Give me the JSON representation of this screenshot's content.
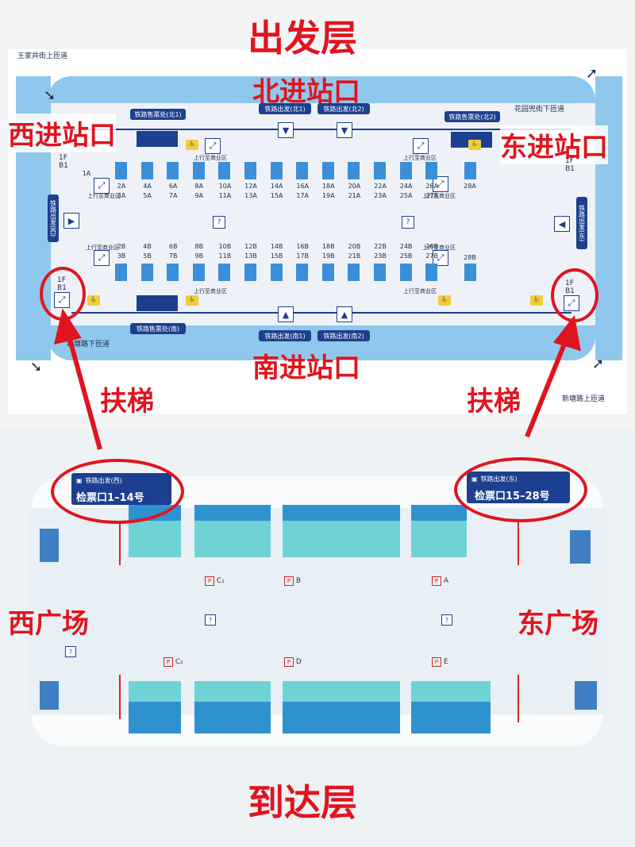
{
  "titles": {
    "departure": "出发层",
    "arrival": "到达层",
    "north": "北进站口",
    "south": "南进站口",
    "west": "西进站口",
    "east": "东进站口",
    "escalator_left": "扶梯",
    "escalator_right": "扶梯",
    "west_plaza": "西广场",
    "east_plaza": "东广场"
  },
  "streets": {
    "nw": "王家井街上匝道",
    "ne": "花园兜街下匝道",
    "sw": "新塘路下匝道",
    "se": "新塘路上匝道"
  },
  "departure": {
    "ticket_north1": "铁路售票处(北1)",
    "ticket_north2": "铁路售票处(北2)",
    "ticket_south": "铁路售票处(南)",
    "exit_north1": "铁路出发(北1)",
    "exit_north2": "铁路出发(北2)",
    "exit_south1": "铁路出发(南1)",
    "exit_south2": "铁路出发(南2)",
    "west_vert": "铁路出发(西)",
    "east_vert": "铁路出发(东)",
    "floor_l1": "1F",
    "floor_l2": "B1",
    "floor_r1": "1F",
    "floor_r2": "B1",
    "floor_lb1": "1F",
    "floor_lb2": "B1",
    "floor_rb1": "1F",
    "floor_rb2": "B1",
    "shop_text": "上行至商业区",
    "gate_1a": "1A",
    "gate_28a": "28A",
    "gate_28b": "28B",
    "gates_top_a": [
      "2A",
      "4A",
      "6A",
      "8A",
      "10A",
      "12A",
      "14A",
      "16A",
      "18A",
      "20A",
      "22A",
      "24A",
      "26A"
    ],
    "gates_top_b": [
      "3A",
      "5A",
      "7A",
      "9A",
      "11A",
      "13A",
      "15A",
      "17A",
      "19A",
      "21A",
      "23A",
      "25A",
      "27A"
    ],
    "gates_bot_a": [
      "2B",
      "4B",
      "6B",
      "8B",
      "10B",
      "12B",
      "14B",
      "16B",
      "18B",
      "20B",
      "22B",
      "24B",
      "26B"
    ],
    "gates_bot_b": [
      "3B",
      "5B",
      "7B",
      "9B",
      "11B",
      "13B",
      "15B",
      "17B",
      "19B",
      "21B",
      "23B",
      "25B",
      "27B"
    ]
  },
  "arrival": {
    "west_sign_top": "铁路出发(西)",
    "west_sign_bottom": "检票口1–14号",
    "east_sign_top": "铁路出发(东)",
    "east_sign_bottom": "检票口15–28号",
    "area_a": "A",
    "area_b": "B",
    "area_c1": "C₁",
    "area_c2": "C₂",
    "area_d": "D",
    "area_e": "E"
  },
  "colors": {
    "accent_red": "#e0141e",
    "navy": "#1d3f8f",
    "gate_blue": "#3b8fd8",
    "road_blue": "#8fc8ec"
  }
}
